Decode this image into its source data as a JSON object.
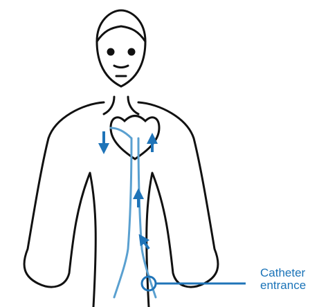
{
  "callout": {
    "line1": "Catheter",
    "line2": "entrance"
  },
  "colors": {
    "outline": "#111111",
    "vessel": "#5aa0d0",
    "arrow": "#1f74b8",
    "label": "#1a73b8"
  },
  "icons": [
    "person-figure",
    "heart-icon",
    "flow-arrow-icon",
    "entry-circle-icon"
  ]
}
